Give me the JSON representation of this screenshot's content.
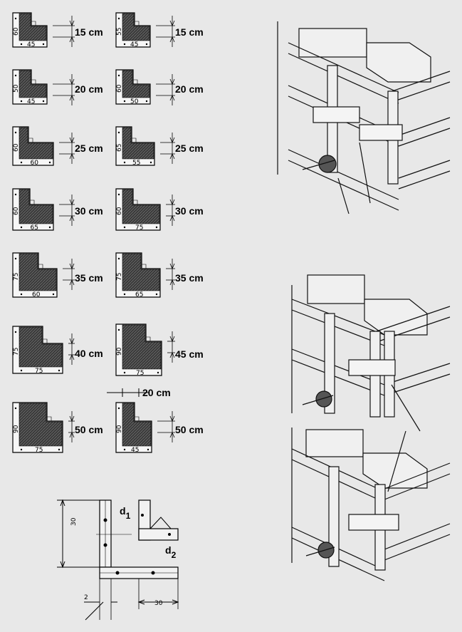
{
  "corner_pieces": [
    {
      "dim": "15 cm",
      "side": "60",
      "bottom": "45"
    },
    {
      "dim": "15 cm",
      "side": "55",
      "bottom": "45"
    },
    {
      "dim": "20 cm",
      "side": "50",
      "bottom": "45"
    },
    {
      "dim": "20 cm",
      "side": "60",
      "bottom": "50"
    },
    {
      "dim": "25 cm",
      "side": "60",
      "bottom": "60"
    },
    {
      "dim": "25 cm",
      "side": "65",
      "bottom": "55"
    },
    {
      "dim": "30 cm",
      "side": "60",
      "bottom": "65"
    },
    {
      "dim": "30 cm",
      "side": "60",
      "bottom": "75"
    },
    {
      "dim": "35 cm",
      "side": "75",
      "bottom": "60"
    },
    {
      "dim": "35 cm",
      "side": "75",
      "bottom": "65"
    },
    {
      "dim": "40 cm",
      "side": "75",
      "bottom": "75"
    },
    {
      "dim": "45 cm",
      "side": "90",
      "bottom": "75"
    },
    {
      "dim": "50 cm",
      "side": "90",
      "bottom": "75"
    },
    {
      "dim": "50 cm",
      "side": "90",
      "bottom": "45"
    }
  ],
  "top_dim_label": "20 cm",
  "detail": {
    "height_label": "30",
    "width_label": "30",
    "gap_label": "2",
    "d1": "d",
    "d1_sub": "1",
    "d2": "d",
    "d2_sub": "2"
  }
}
